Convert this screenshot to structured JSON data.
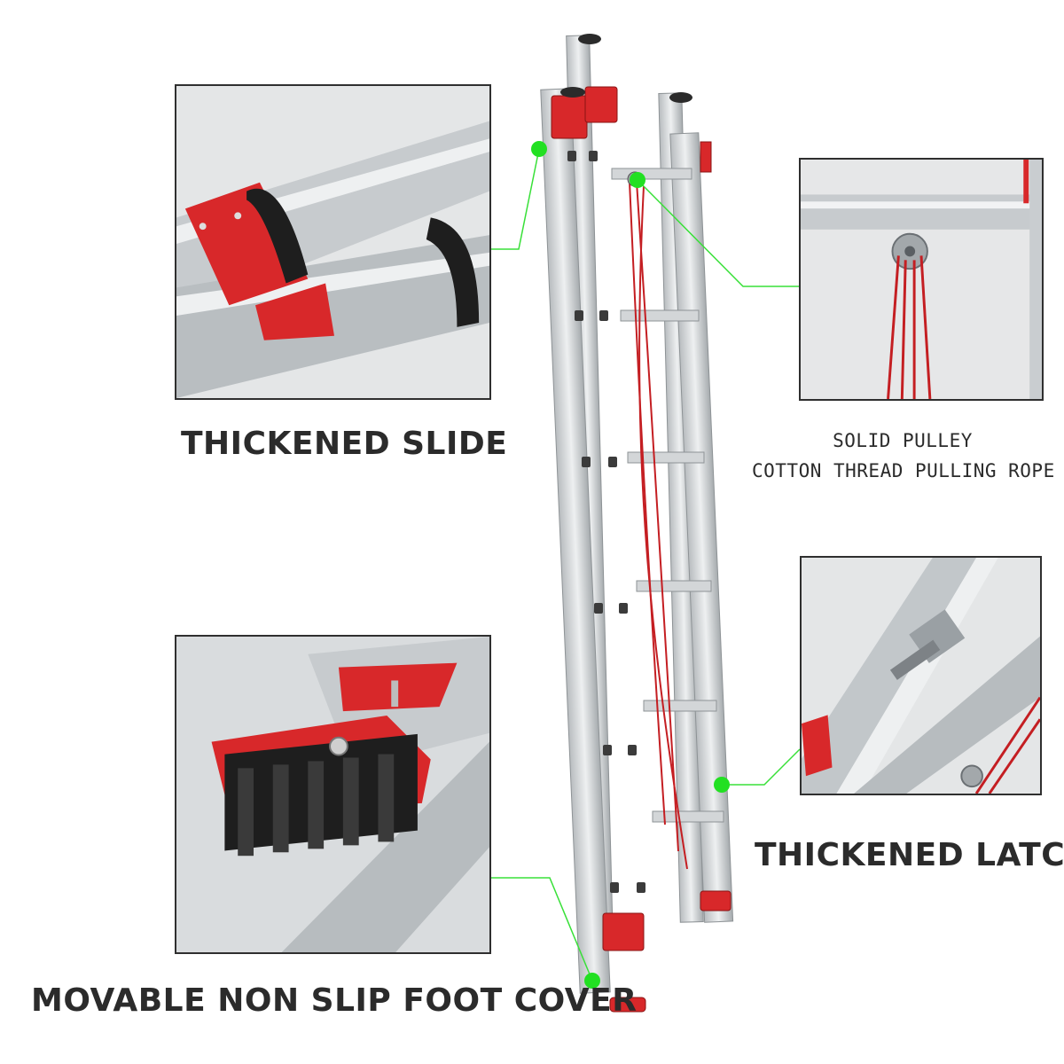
{
  "captions": {
    "slide": "THICKENED SLIDE",
    "pulley_line1": "SOLID PULLEY",
    "pulley_line2": "COTTON THREAD PULLING ROPE",
    "latch": "THICKENED LATCH",
    "foot": "MOVABLE NON SLIP FOOT COVER"
  },
  "colors": {
    "accent_red": "#d8282a",
    "aluminum": "#c9cdd0",
    "aluminum_dark": "#9aa0a4",
    "rubber": "#1e1e1e",
    "callout_green": "#38e038",
    "text": "#2b2b2b"
  }
}
